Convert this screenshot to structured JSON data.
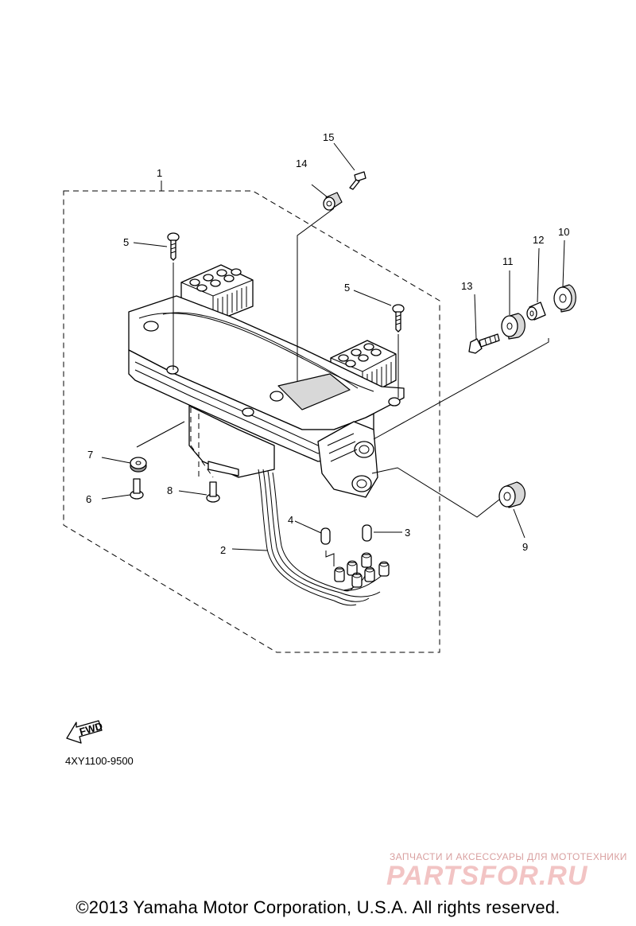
{
  "diagram": {
    "callouts": [
      "1",
      "2",
      "3",
      "4",
      "5",
      "5",
      "6",
      "7",
      "8",
      "9",
      "10",
      "11",
      "12",
      "13",
      "14",
      "15"
    ],
    "fwd_label": "FWD",
    "diagram_code": "4XY1100-9500",
    "copyright": "©2013 Yamaha Motor Corporation, U.S.A. All rights reserved.",
    "watermark_tagline": "ЗАПЧАСТИ И АКСЕССУАРЫ ДЛЯ МОТОТЕХНИКИ",
    "watermark_brand": "PARTSFOR.RU"
  }
}
